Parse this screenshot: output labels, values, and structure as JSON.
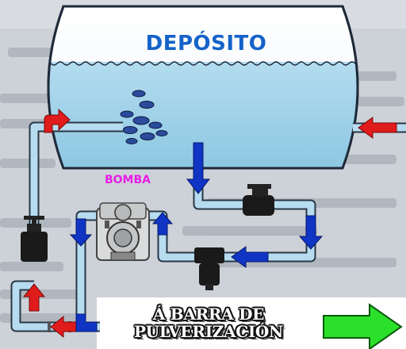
{
  "tank": {
    "label": "DEPÓSITO"
  },
  "pump": {
    "label": "BOMBA"
  },
  "outlet": {
    "line1": "Á BARRA DE",
    "line2": "PULVERIZACIÓN"
  },
  "colors": {
    "tank_label": "#1463c9",
    "pump_label": "#e81ee6",
    "pipe": "#b7dcef",
    "water": "#9fd0e8",
    "arrow_blue": "#1034c4",
    "arrow_red": "#e01b1b",
    "outlet_arrow": "#22dd22"
  },
  "icons": [
    "tank-shape",
    "pump-shape",
    "valve-icon",
    "filter-icon",
    "green-arrow-icon"
  ]
}
